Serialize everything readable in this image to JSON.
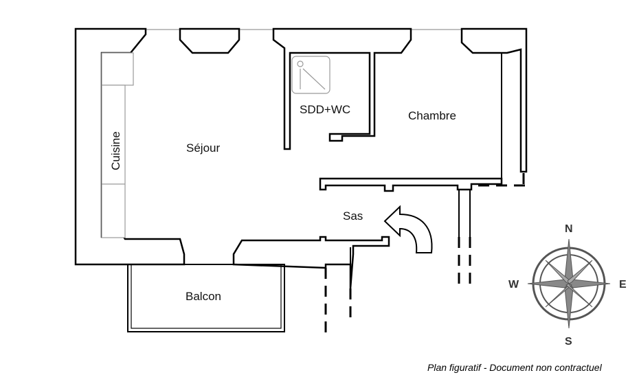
{
  "rooms": {
    "sejour": "Séjour",
    "cuisine": "Cuisine",
    "sdd_wc": "SDD+WC",
    "chambre": "Chambre",
    "sas": "Sas",
    "balcon": "Balcon"
  },
  "compass": {
    "north": "N",
    "south": "S",
    "east": "E",
    "west": "W"
  },
  "footer": {
    "disclaimer": "Plan figuratif - Document non contractuel"
  }
}
